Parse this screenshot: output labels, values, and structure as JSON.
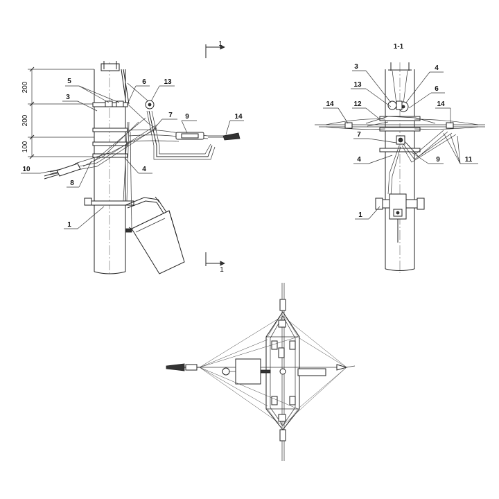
{
  "section_mark": {
    "label": "1",
    "title": "1-1"
  },
  "dimensions": [
    "200",
    "200",
    "100"
  ],
  "left_view": {
    "callouts": [
      "5",
      "3",
      "6",
      "13",
      "7",
      "9",
      "14",
      "10",
      "8",
      "4",
      "1"
    ]
  },
  "right_view": {
    "callouts": [
      "3",
      "4",
      "13",
      "6",
      "14",
      "12",
      "14",
      "7",
      "9",
      "4",
      "11",
      "1"
    ]
  }
}
